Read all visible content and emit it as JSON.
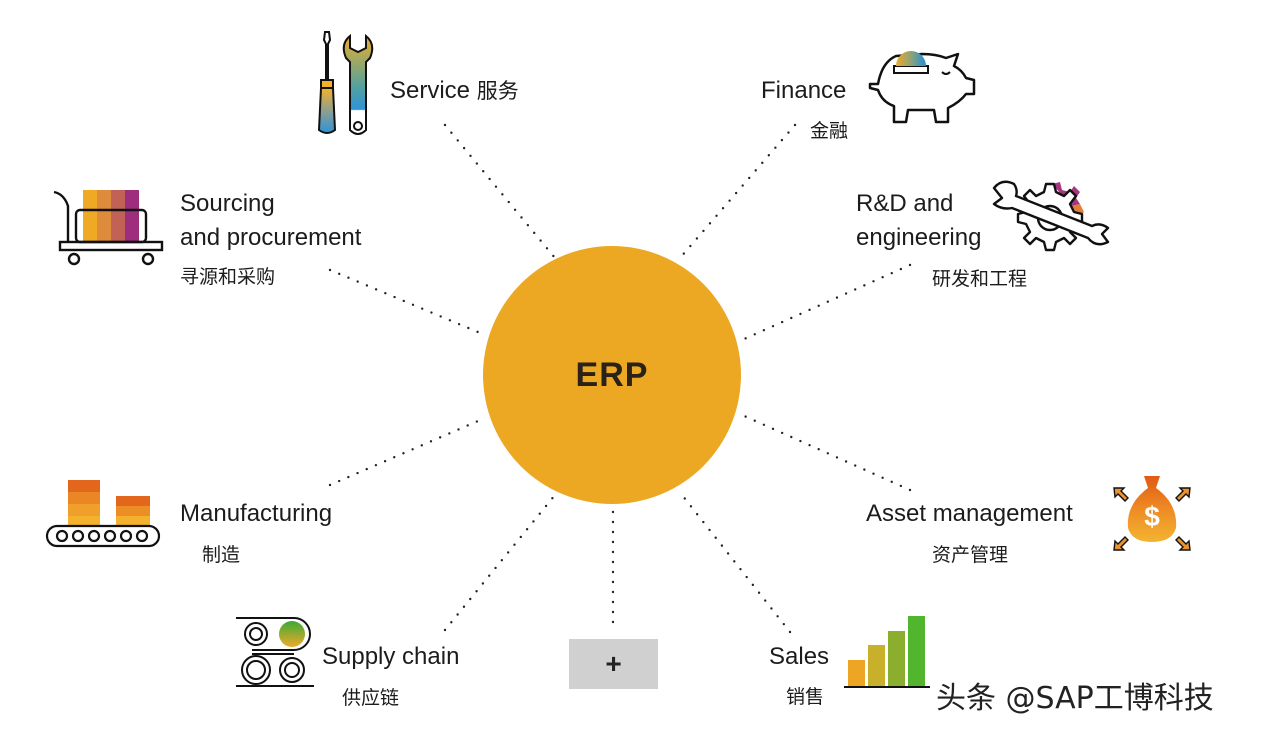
{
  "hub": {
    "label": "ERP",
    "color": "#ECA823"
  },
  "modules": [
    {
      "id": "service",
      "label": "Service",
      "zh": "服务"
    },
    {
      "id": "finance",
      "label": "Finance",
      "zh": "金融"
    },
    {
      "id": "sourcing",
      "label_line1": "Sourcing",
      "label_line2": "and procurement",
      "zh": "寻源和采购"
    },
    {
      "id": "rnd",
      "label_line1": "R&D and",
      "label_line2": "engineering",
      "zh": "研发和工程"
    },
    {
      "id": "manufacturing",
      "label": "Manufacturing",
      "zh": "制造"
    },
    {
      "id": "asset",
      "label": "Asset management",
      "zh": "资产管理"
    },
    {
      "id": "supply",
      "label": "Supply chain",
      "zh": "供应链"
    },
    {
      "id": "sales",
      "label": "Sales",
      "zh": "销售"
    }
  ],
  "more_button": {
    "label": "+"
  },
  "watermark": "头条 @SAP工博科技",
  "icons": {
    "service": "screwdriver-wrench-icon",
    "finance": "piggy-bank-icon",
    "sourcing": "cart-icon",
    "rnd": "wrench-gear-icon",
    "manufacturing": "conveyor-icon",
    "asset": "money-bag-icon",
    "supply": "supply-chain-icon",
    "sales": "bar-chart-icon"
  }
}
